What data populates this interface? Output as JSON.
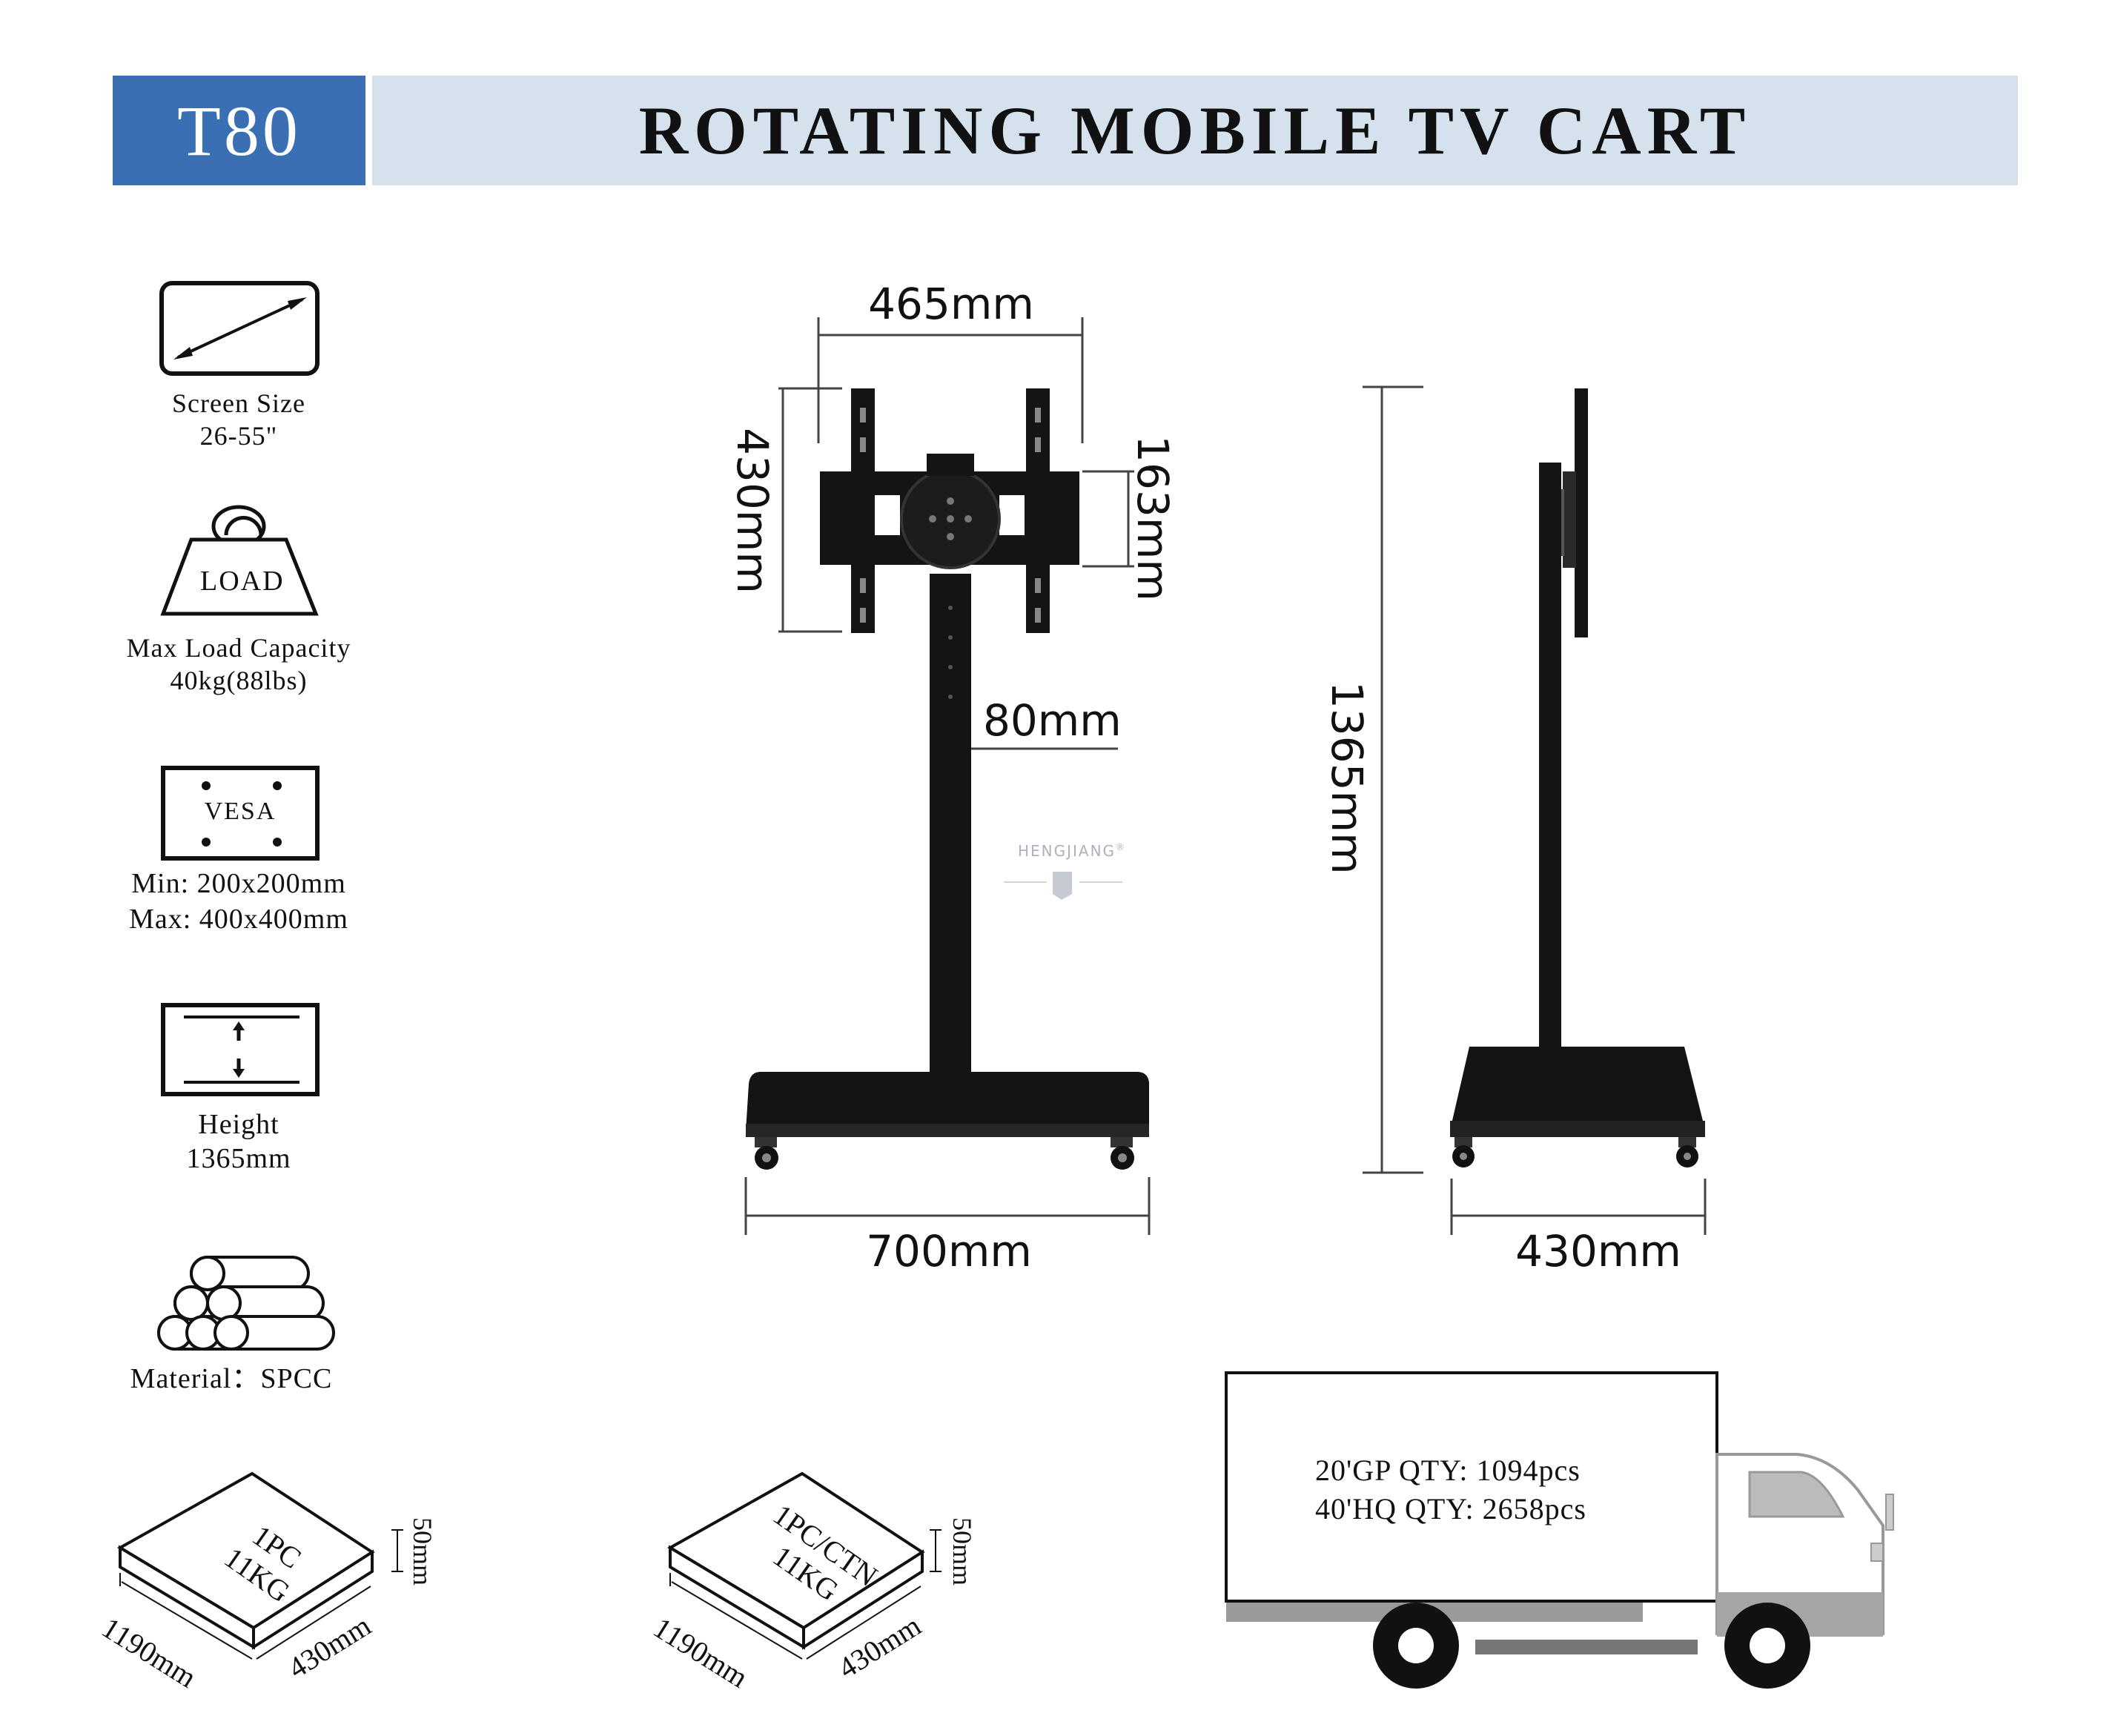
{
  "header": {
    "model": "T80",
    "title": "ROTATING MOBILE TV CART"
  },
  "features": [
    {
      "icon": "screen-size-icon",
      "line1": "Screen Size",
      "line2": "26-55\""
    },
    {
      "icon": "load-weight-icon",
      "icon_text": "LOAD",
      "line1": "Max Load Capacity",
      "line2": "40kg(88lbs)"
    },
    {
      "icon": "vesa-icon",
      "icon_text": "VESA",
      "line1": "Min: 200x200mm",
      "line2": "Max: 400x400mm"
    },
    {
      "icon": "height-icon",
      "line1": "Height",
      "line2": "1365mm"
    },
    {
      "icon": "material-pipes-icon",
      "line1": "Material：SPCC",
      "line2": ""
    }
  ],
  "dimensions": {
    "bracket_width": "465mm",
    "bracket_height": "430mm",
    "center_plate": "163mm",
    "pole": "80mm",
    "base_width": "700mm",
    "overall_height": "1365mm",
    "base_depth": "430mm"
  },
  "watermark": {
    "brand": "HENGJIANG",
    "mark": "®"
  },
  "packages": [
    {
      "pcs": "1PC",
      "weight": "11KG",
      "length": "1190mm",
      "width": "430mm",
      "height": "50mm"
    },
    {
      "pcs": "1PC/CTN",
      "weight": "11KG",
      "length": "1190mm",
      "width": "430mm",
      "height": "50mm"
    }
  ],
  "shipping": {
    "gp20": "20'GP QTY: 1094pcs",
    "hq40": "40'HQ QTY: 2658pcs"
  },
  "colors": {
    "model_bg": "#3a6fb3",
    "title_bg": "#d5e2ee",
    "product": "#111111"
  }
}
